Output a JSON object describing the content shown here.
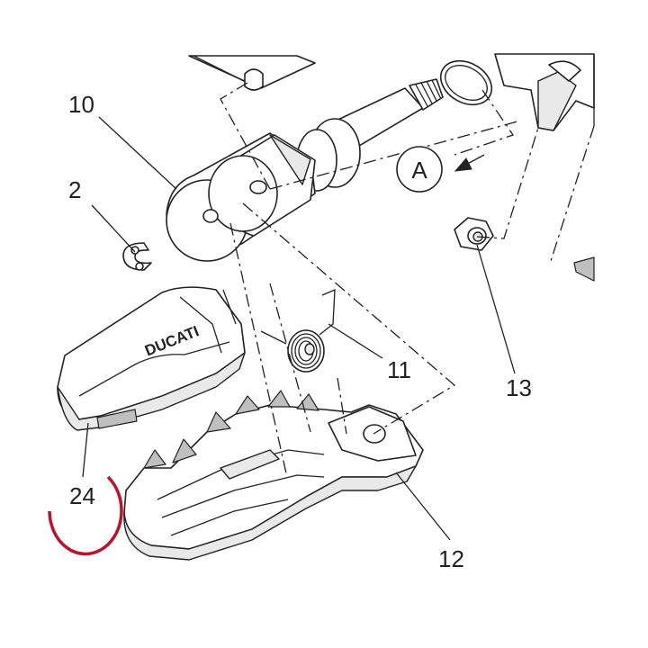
{
  "diagram": {
    "callouts": {
      "c10": "10",
      "c2": "2",
      "c11": "11",
      "c13": "13",
      "c24": "24",
      "c12": "12"
    },
    "view_marker": "A",
    "brand_text": "DUCATI",
    "highlight_color": "#c0102b"
  }
}
